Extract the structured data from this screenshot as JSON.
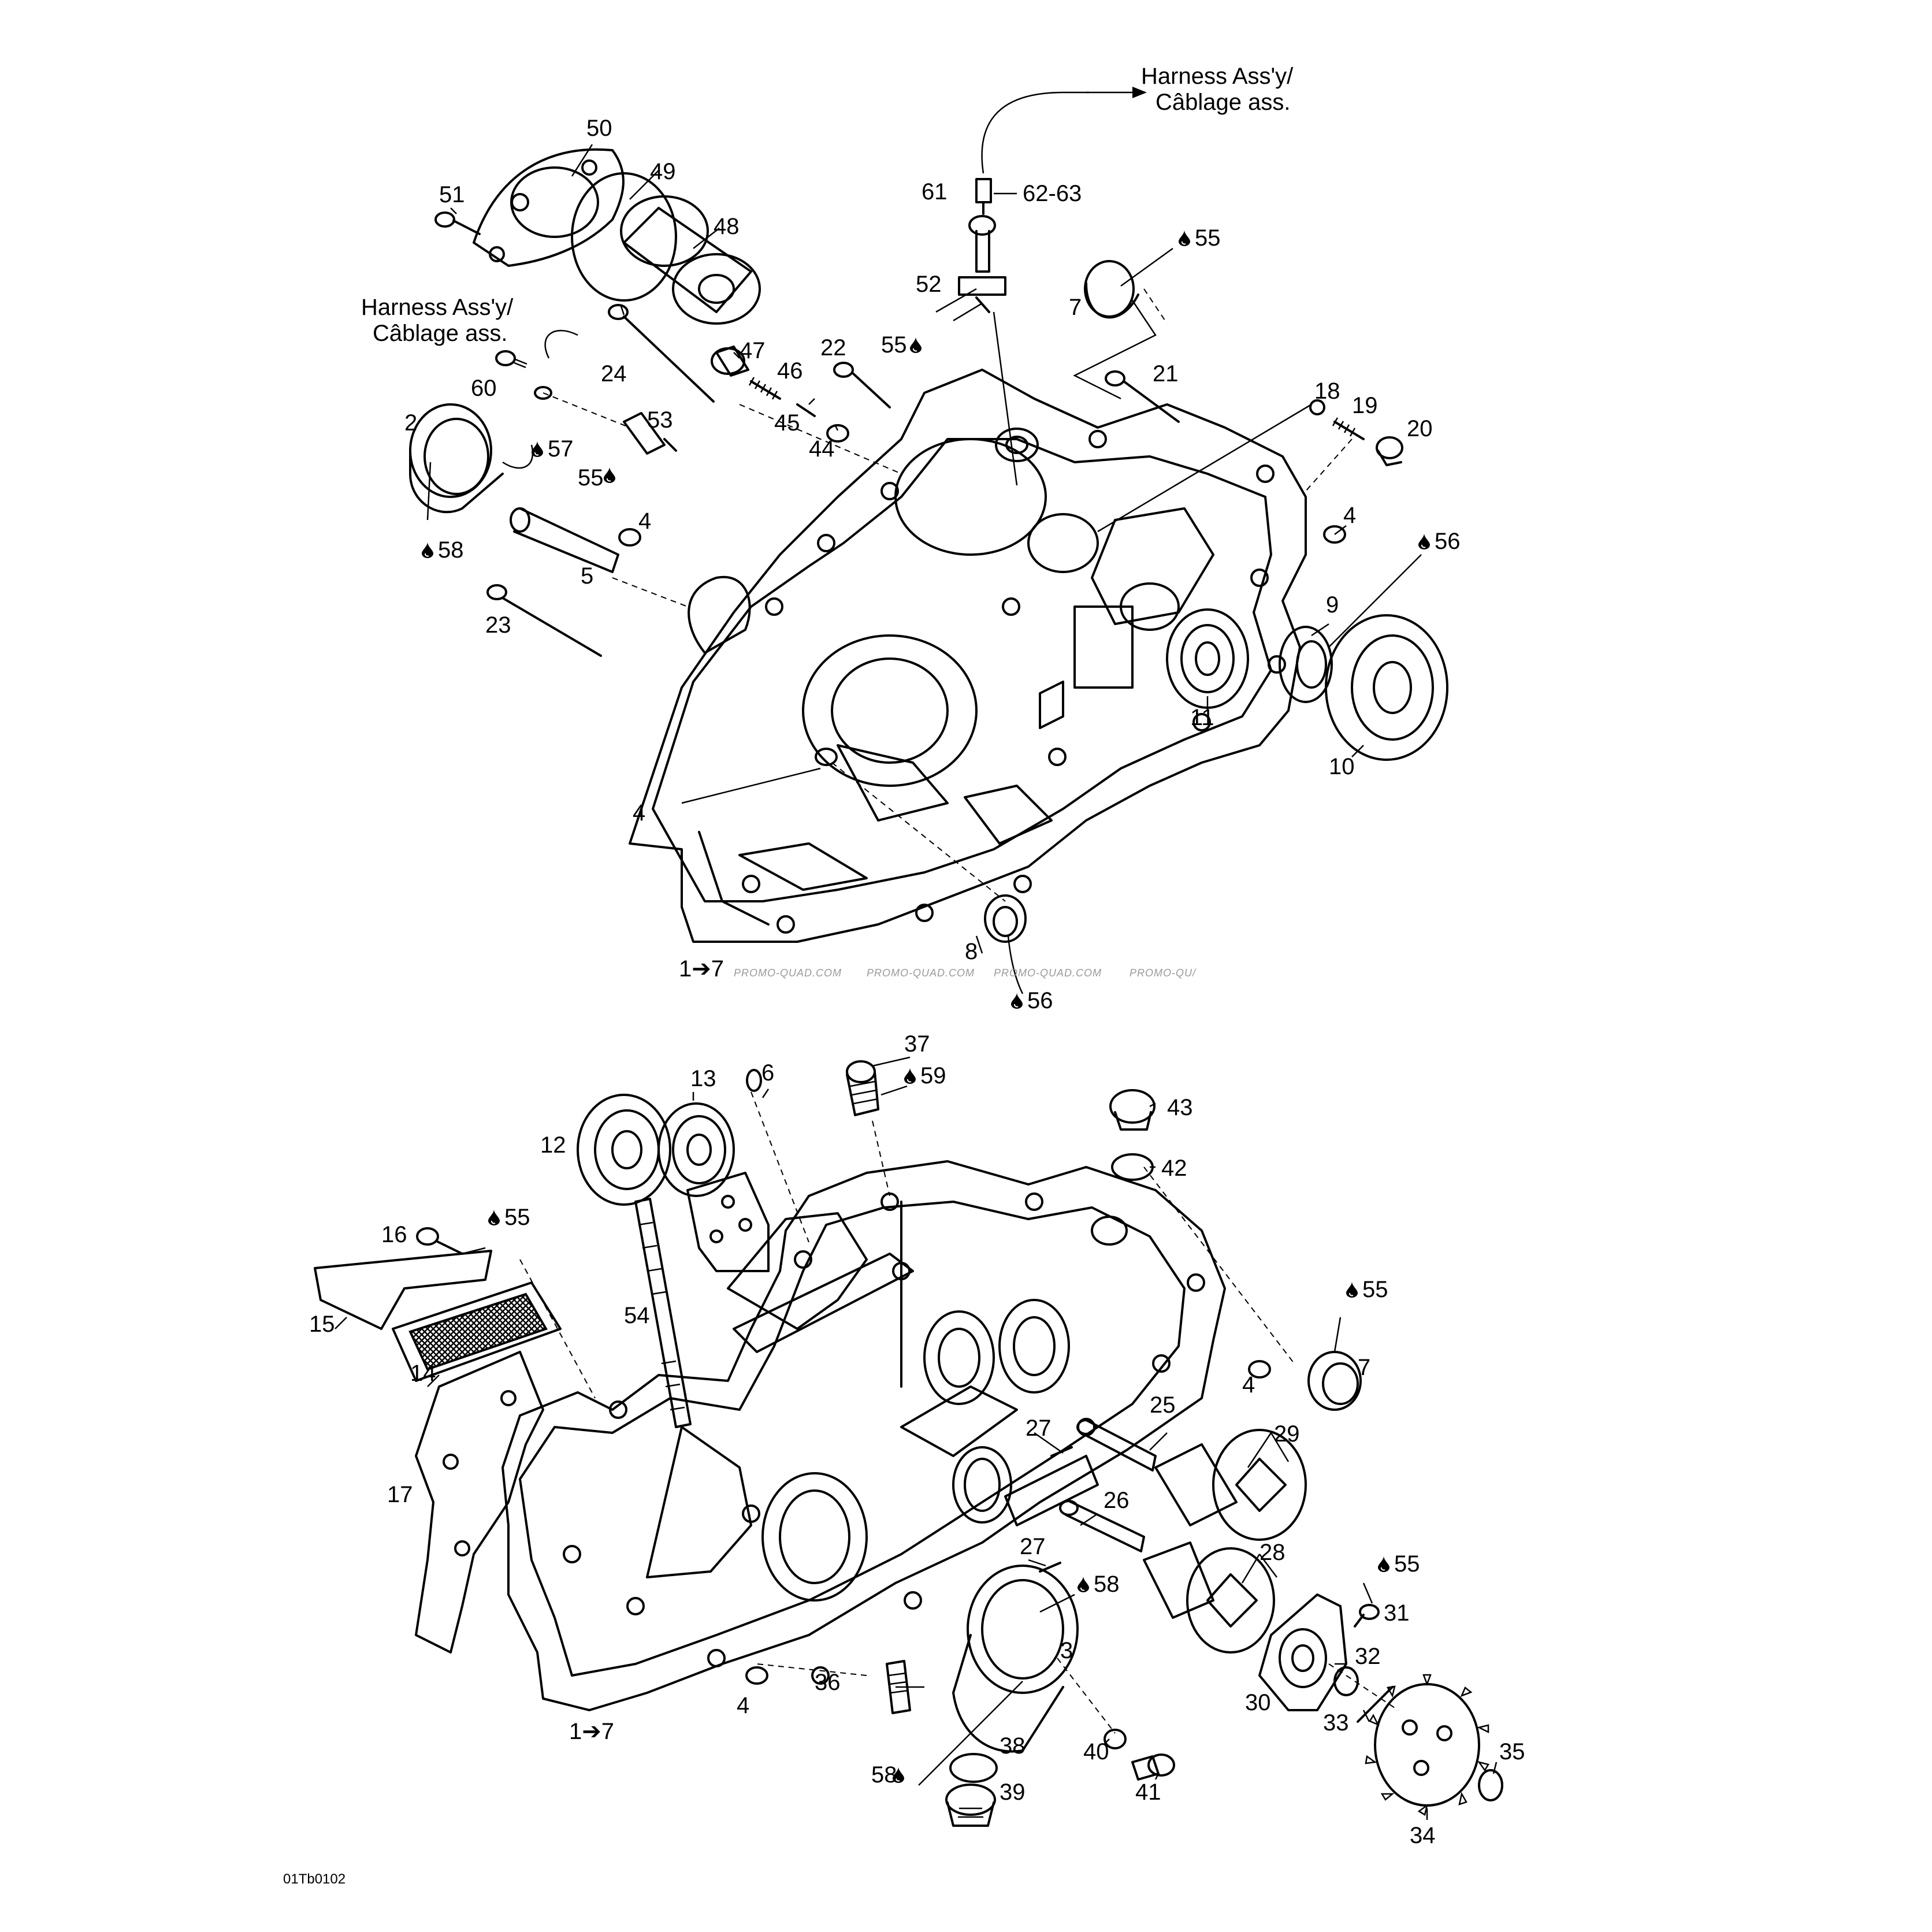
{
  "harness_labels": {
    "top": {
      "line1": "Harness Ass'y/",
      "line2": "Câblage ass."
    },
    "left": {
      "line1": "Harness Ass'y/",
      "line2": "Câblage ass."
    }
  },
  "range_labels": {
    "upper": "1➔7",
    "lower": "1➔7"
  },
  "watermark": {
    "text": "PROMO-QUAD.COM",
    "partial": "PROMO-QU/"
  },
  "figure_code": "01Tb0102",
  "callouts": {
    "c2": "2",
    "c3": "3",
    "c4a": "4",
    "c4b": "4",
    "c4c": "4",
    "c4d": "4",
    "c4e": "4",
    "c5": "5",
    "c6": "6",
    "c7a": "7",
    "c7b": "7",
    "c8": "8",
    "c9": "9",
    "c10": "10",
    "c11": "11",
    "c12": "12",
    "c13": "13",
    "c14": "14",
    "c15": "15",
    "c16": "16",
    "c17": "17",
    "c18": "18",
    "c19": "19",
    "c20": "20",
    "c21": "21",
    "c22": "22",
    "c23": "23",
    "c24": "24",
    "c25": "25",
    "c26": "26",
    "c27a": "27",
    "c27b": "27",
    "c28": "28",
    "c29": "29",
    "c30": "30",
    "c31": "31",
    "c32": "32",
    "c33": "33",
    "c34": "34",
    "c35": "35",
    "c36": "36",
    "c37": "37",
    "c38": "38",
    "c39": "39",
    "c40": "40",
    "c41": "41",
    "c42": "42",
    "c43": "43",
    "c44": "44",
    "c45": "45",
    "c46": "46",
    "c47": "47",
    "c48": "48",
    "c49": "49",
    "c50": "50",
    "c51": "51",
    "c52": "52",
    "c53": "53",
    "c54": "54",
    "c55a": "55",
    "c55b": "55",
    "c55c": "55",
    "c55d": "55",
    "c55e": "55",
    "c55f": "55",
    "c56a": "56",
    "c56b": "56",
    "c57": "57",
    "c58a": "58",
    "c58b": "58",
    "c58c": "58",
    "c59": "59",
    "c60": "60",
    "c61": "61",
    "c6263": "62-63"
  }
}
